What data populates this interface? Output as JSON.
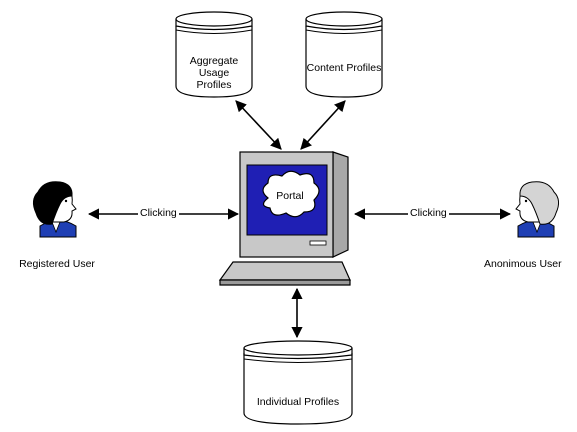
{
  "stores": {
    "aggregate_usage_profiles": "Aggregate Usage Profiles",
    "content_profiles": "Content Profiles",
    "individual_profiles": "Individual Profiles"
  },
  "portal": {
    "label": "Portal"
  },
  "users": {
    "registered": "Registered User",
    "anonymous": "Anonimous User"
  },
  "edges": {
    "left_clicking": "Clicking",
    "right_clicking": "Clicking"
  },
  "colors": {
    "screen": "#1f1fb4",
    "monitor_body": "#c0c0c0",
    "hair_registered": "#000000",
    "hair_anonymous": "#d4d4d4",
    "shirt": "#1f3fb4"
  }
}
